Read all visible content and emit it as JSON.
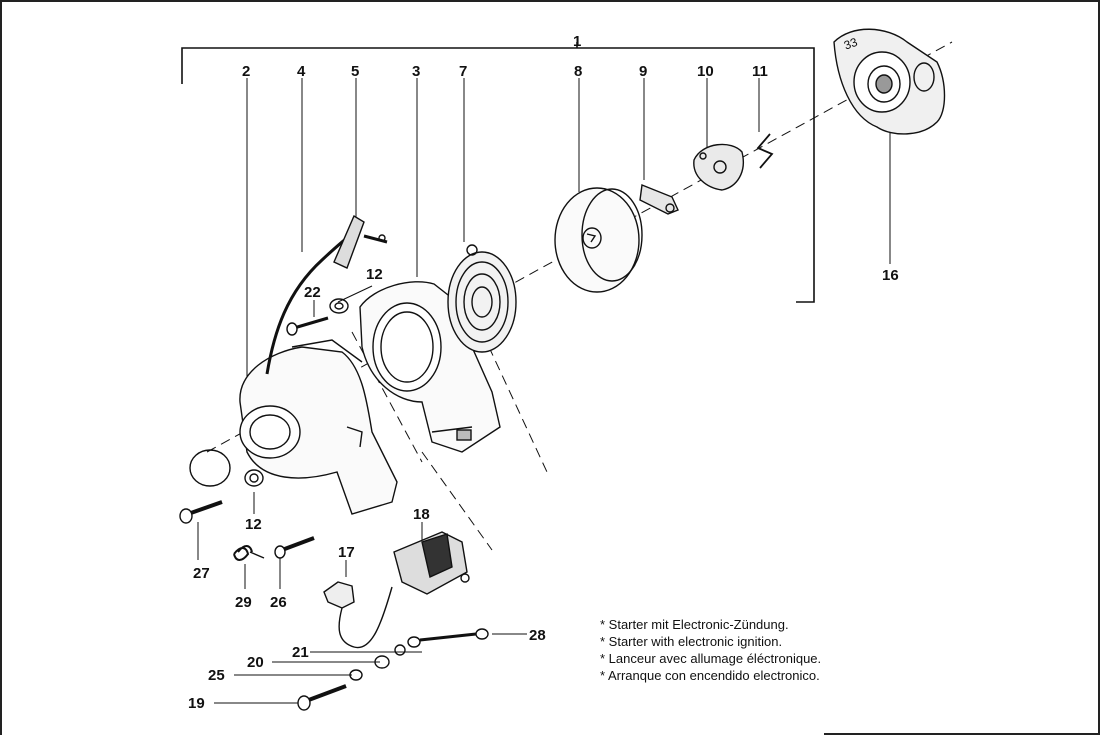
{
  "callouts": {
    "c1": "1",
    "c2": "2",
    "c3": "3",
    "c4": "4",
    "c5": "5",
    "c7": "7",
    "c8": "8",
    "c9": "9",
    "c10": "10",
    "c11": "11",
    "c12a": "12",
    "c12b": "12",
    "c16": "16",
    "c17": "17",
    "c18": "18",
    "c19": "19",
    "c20": "20",
    "c21": "21",
    "c22": "22",
    "c25": "25",
    "c26": "26",
    "c27": "27",
    "c28": "28",
    "c29": "29"
  },
  "cover_mark": "33",
  "notes": [
    "Starter mit Electronic-Zündung.",
    "Starter with electronic ignition.",
    "Lanceur avec allumage éléctronique.",
    "Arranque con encendido electronico."
  ]
}
